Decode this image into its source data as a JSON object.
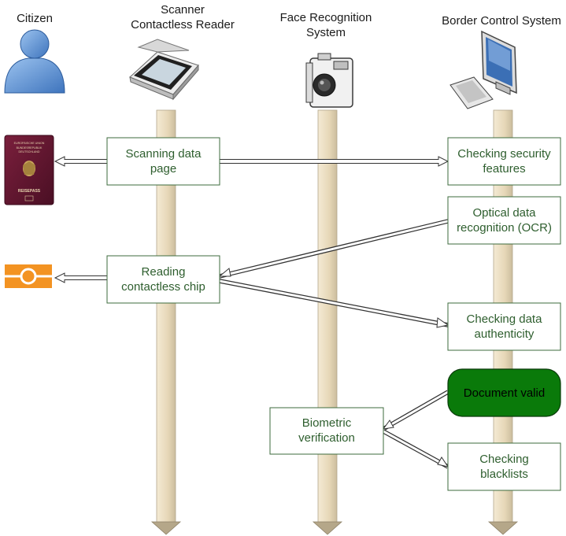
{
  "actors": [
    {
      "id": "citizen",
      "lines": [
        "Citizen"
      ]
    },
    {
      "id": "scanner",
      "lines": [
        "Scanner",
        "Contactless Reader"
      ]
    },
    {
      "id": "face",
      "lines": [
        "Face Recognition",
        "System"
      ]
    },
    {
      "id": "border",
      "lines": [
        "Border Control System"
      ]
    }
  ],
  "passport": {
    "top_lines": [
      "EUROPÄISCHE UNION",
      "BUNDESREPUBLIK",
      "DEUTSCHLAND"
    ],
    "bottom_text": "REISEPASS"
  },
  "steps": [
    {
      "id": "scanning-data-page",
      "lines": [
        "Scanning data",
        "page"
      ]
    },
    {
      "id": "checking-security-features",
      "lines": [
        "Checking security",
        "features"
      ]
    },
    {
      "id": "optical-data-recognition",
      "lines": [
        "Optical data",
        "recognition (OCR)"
      ]
    },
    {
      "id": "reading-contactless-chip",
      "lines": [
        "Reading",
        "contactless chip"
      ]
    },
    {
      "id": "checking-data-authenticity",
      "lines": [
        "Checking data",
        "authenticity"
      ]
    },
    {
      "id": "document-valid",
      "lines": [
        "Document valid"
      ]
    },
    {
      "id": "biometric-verification",
      "lines": [
        "Biometric",
        "verification"
      ]
    },
    {
      "id": "checking-blacklists",
      "lines": [
        "Checking",
        "blacklists"
      ]
    }
  ],
  "colors": {
    "box_text": "#2e5e2e",
    "box_border": "#3d6b3d",
    "valid_fill": "#0a7a0a",
    "lifeline": "#e9dcc0",
    "lifeline_shadow": "#a89d87",
    "citizen_body": "#5b8fd0",
    "chip_orange": "#f39322"
  }
}
